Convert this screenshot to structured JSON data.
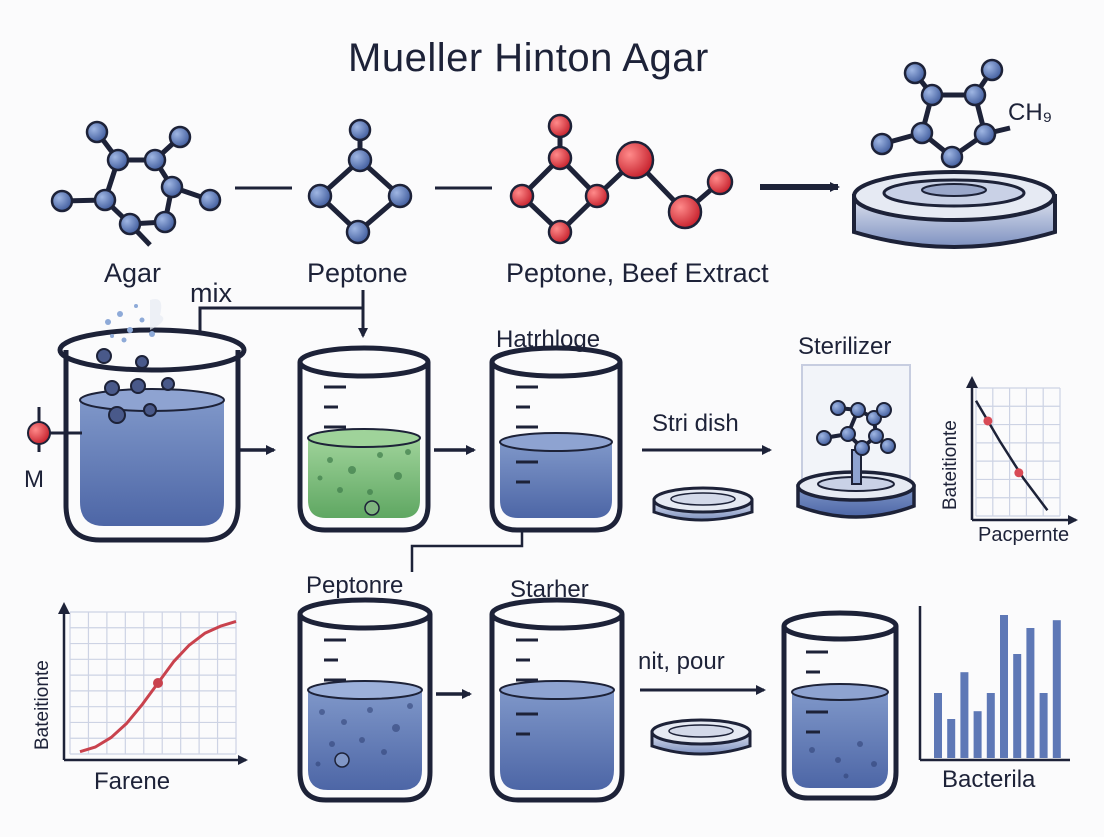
{
  "title": "Mueller Hinton Agar",
  "labels": {
    "agar": "Agar",
    "peptone": "Peptone",
    "peptone_beef": "Peptone, Beef Extract",
    "ch": "CH₉",
    "mix": "mix",
    "m": "M",
    "hatrhloge": "Hatrhloge",
    "sterilizer": "Sterilizer",
    "stri_dish": "Stri dish",
    "peptonre": "Peptonre",
    "starher": "Starher",
    "nit_pour": "nit, pour",
    "farene": "Farene",
    "bacterila": "Bacterila"
  },
  "chart_data": [
    {
      "type": "line",
      "ylabel": "Bateitionte",
      "xlabel": "Pacpernte",
      "x": [
        0,
        1,
        2,
        3
      ],
      "y": [
        4,
        2.6,
        1.3,
        0.2
      ],
      "points": [
        [
          0.5,
          3.3
        ],
        [
          1.8,
          1.5
        ]
      ]
    },
    {
      "type": "line",
      "ylabel": "Bateitionte",
      "xlabel": "Farene",
      "x": [
        0,
        0.5,
        1,
        1.5,
        2,
        2.5,
        3,
        3.5,
        4,
        4.5,
        5
      ],
      "y": [
        0.1,
        0.3,
        0.7,
        1.3,
        2.1,
        3.0,
        3.9,
        4.6,
        5.1,
        5.4,
        5.6
      ],
      "points": [
        [
          2.5,
          3.0
        ]
      ]
    },
    {
      "type": "bar",
      "xlabel": "Bacterila",
      "values": [
        2.5,
        1.5,
        3.3,
        1.8,
        2.5,
        5.5,
        4.0,
        5.0,
        2.5,
        5.3
      ]
    }
  ]
}
